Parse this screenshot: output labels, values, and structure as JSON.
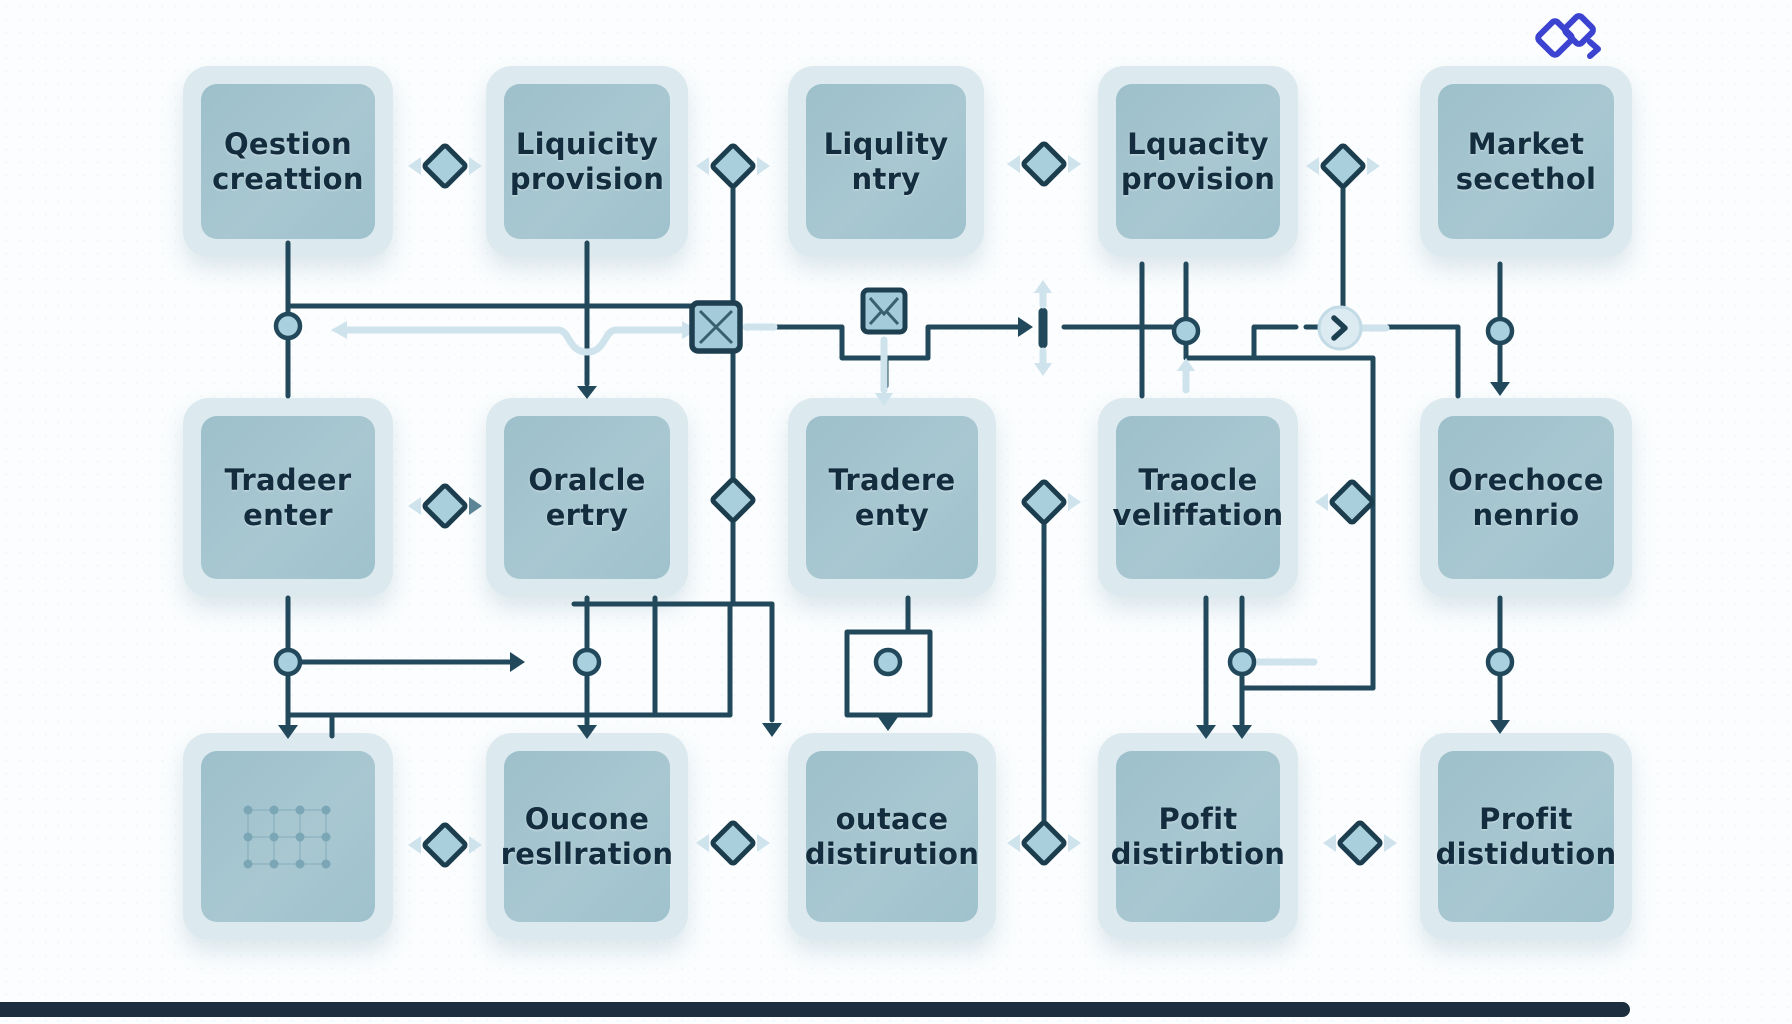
{
  "diagram": {
    "boxes": [
      {
        "name": "qestion-creattion",
        "line1": "Qestion",
        "line2": "creattion"
      },
      {
        "name": "liquicity-provision",
        "line1": "Liquicity",
        "line2": "provision"
      },
      {
        "name": "liqulity-ntry",
        "line1": "Liqulity",
        "line2": "ntry"
      },
      {
        "name": "lquacity-provision",
        "line1": "Lquacity",
        "line2": "provision"
      },
      {
        "name": "market-secethol",
        "line1": "Market",
        "line2": "secethol"
      },
      {
        "name": "tradeer-enter",
        "line1": "Tradeer",
        "line2": "enter"
      },
      {
        "name": "oralcle-ertry",
        "line1": "Oralcle",
        "line2": "ertry"
      },
      {
        "name": "tradere-enty",
        "line1": "Tradere",
        "line2": "enty"
      },
      {
        "name": "traocle-veliffation",
        "line1": "Traocle",
        "line2": "veliffation"
      },
      {
        "name": "orechoce-nenrio",
        "line1": "Orechoce",
        "line2": "nenrio"
      },
      {
        "name": "dot-grid-node",
        "line1": "",
        "line2": ""
      },
      {
        "name": "oucone-resllration",
        "line1": "Oucone",
        "line2": "resllration"
      },
      {
        "name": "outace-distirution",
        "line1": "outace",
        "line2": "distirution"
      },
      {
        "name": "pofit-distirbtion",
        "line1": "Pofit",
        "line2": "distirbtion"
      },
      {
        "name": "profit-distidution",
        "line1": "Profit",
        "line2": "distidution"
      }
    ],
    "icons": {
      "logo": "interlocked-diamonds",
      "mail_node_1": "envelope",
      "mail_node_2": "envelope",
      "chevron_node": "chevron-right",
      "grid_node": "dot-grid",
      "decision_node": "diamond"
    },
    "colors": {
      "background": "#fbfdfe",
      "line": "#22495b",
      "box_fill": "#a3c4cf",
      "box_halo": "#dce9ee",
      "diamond_fill": "#a9cfdd",
      "diamond_border": "#1b3d4d",
      "light_arrow": "#cfe3ed",
      "node_fill": "#a9d0de",
      "text": "#132c3e",
      "logo": "#3b43d0",
      "bottom_bar": "#1d2f3e"
    }
  }
}
